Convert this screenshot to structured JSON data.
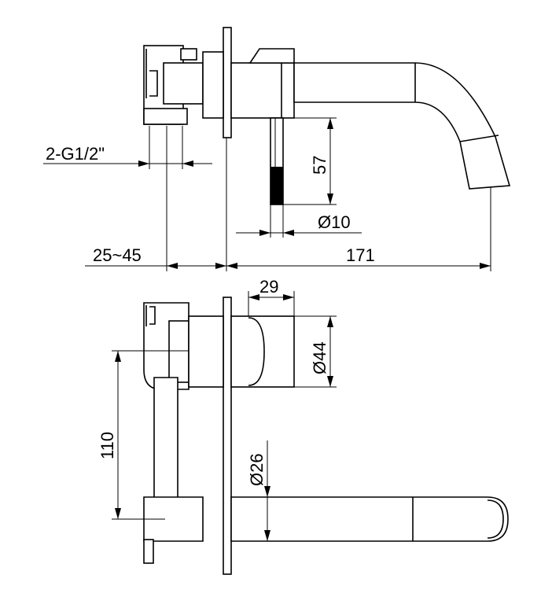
{
  "dimensions": {
    "thread": "2-G1/2\"",
    "depth_range": "25~45",
    "spout_length": "171",
    "handle_height": "57",
    "handle_diameter": "Ø10",
    "body_length": "29",
    "body_diameter": "Ø44",
    "spout_diameter": "Ø26",
    "center_distance": "110"
  },
  "colors": {
    "line": "#000000",
    "background": "#ffffff"
  }
}
